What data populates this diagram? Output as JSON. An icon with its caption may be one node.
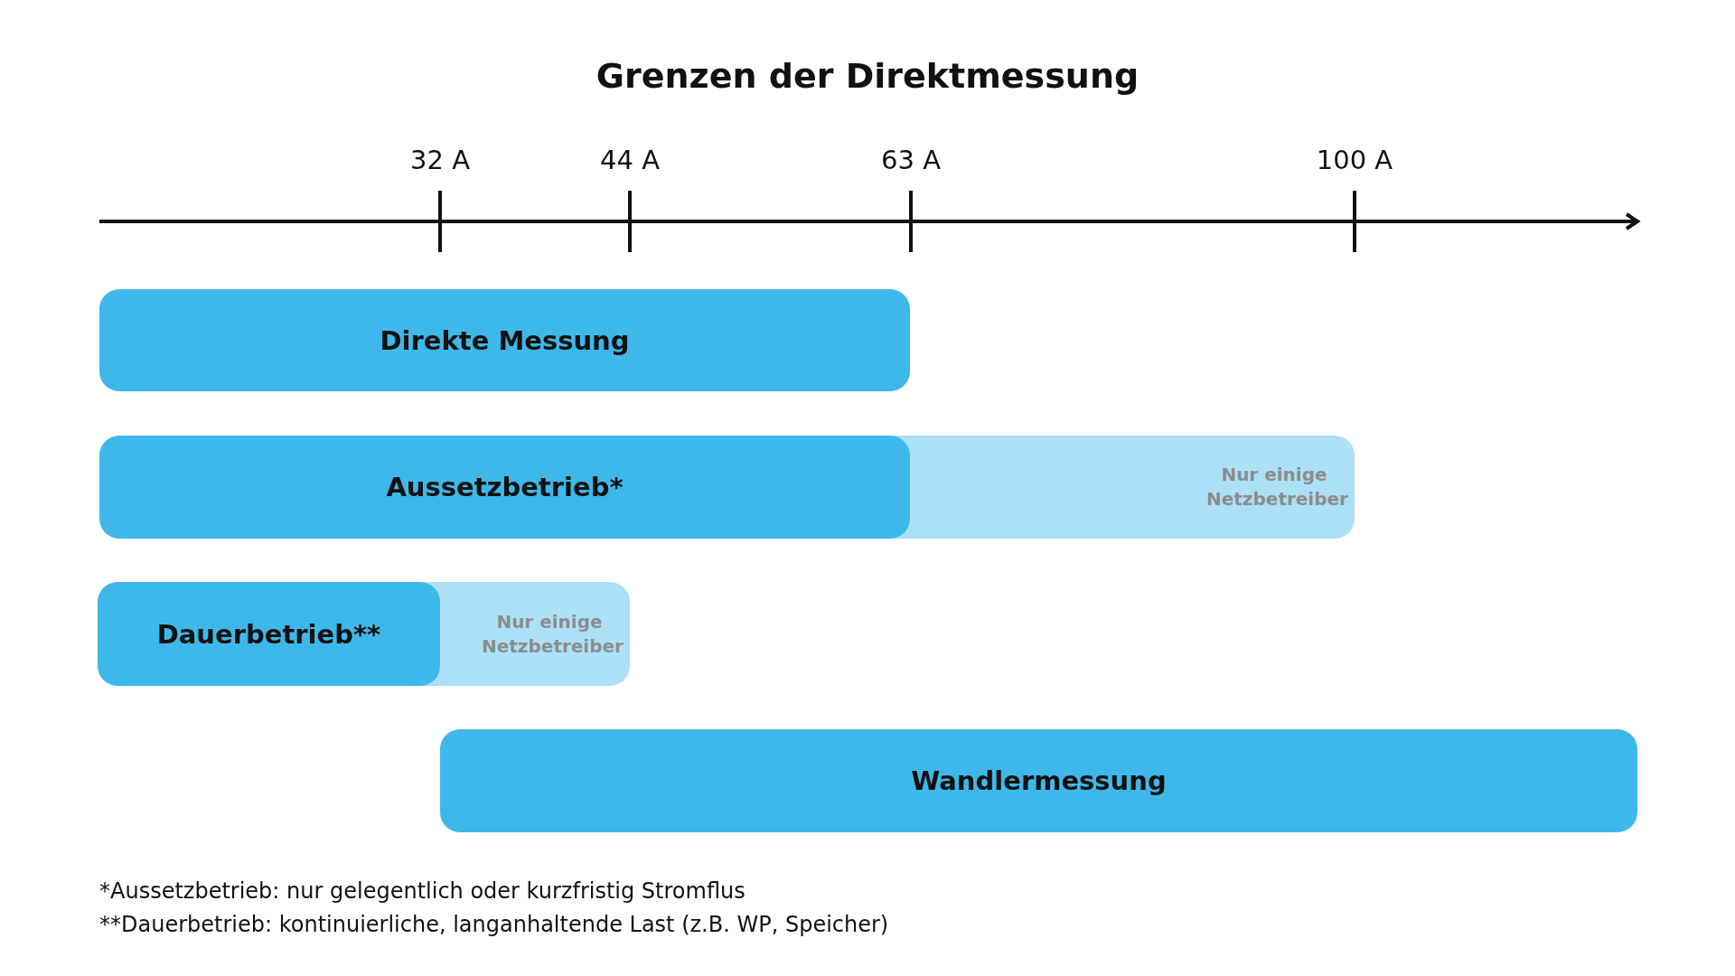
{
  "diagram": {
    "title": "Grenzen der Direktmessung",
    "nodes": [
      {
        "text": [
          "Direkte Messung"
        ]
      },
      {
        "text": [
          "Aussetzbetrieb*"
        ]
      },
      {
        "text": [
          "Nur einige Netzbetreiber"
        ]
      },
      {
        "text": [
          "Dauerbetrieb**"
        ]
      },
      {
        "text": [
          "Nur einige Netzbetreiber"
        ]
      },
      {
        "text": [
          "Wandlermessung"
        ]
      }
    ],
    "labels": [
      "32 A",
      "44 A",
      "63 A",
      "100 A",
      "*Aussetzbetrieb: nur gelegentlich oder kurzfristig Stromflus",
      "**Dauerbetrieb: kontinuierliche, langanhaltende Last (z.B. WP, Speicher)"
    ]
  }
}
